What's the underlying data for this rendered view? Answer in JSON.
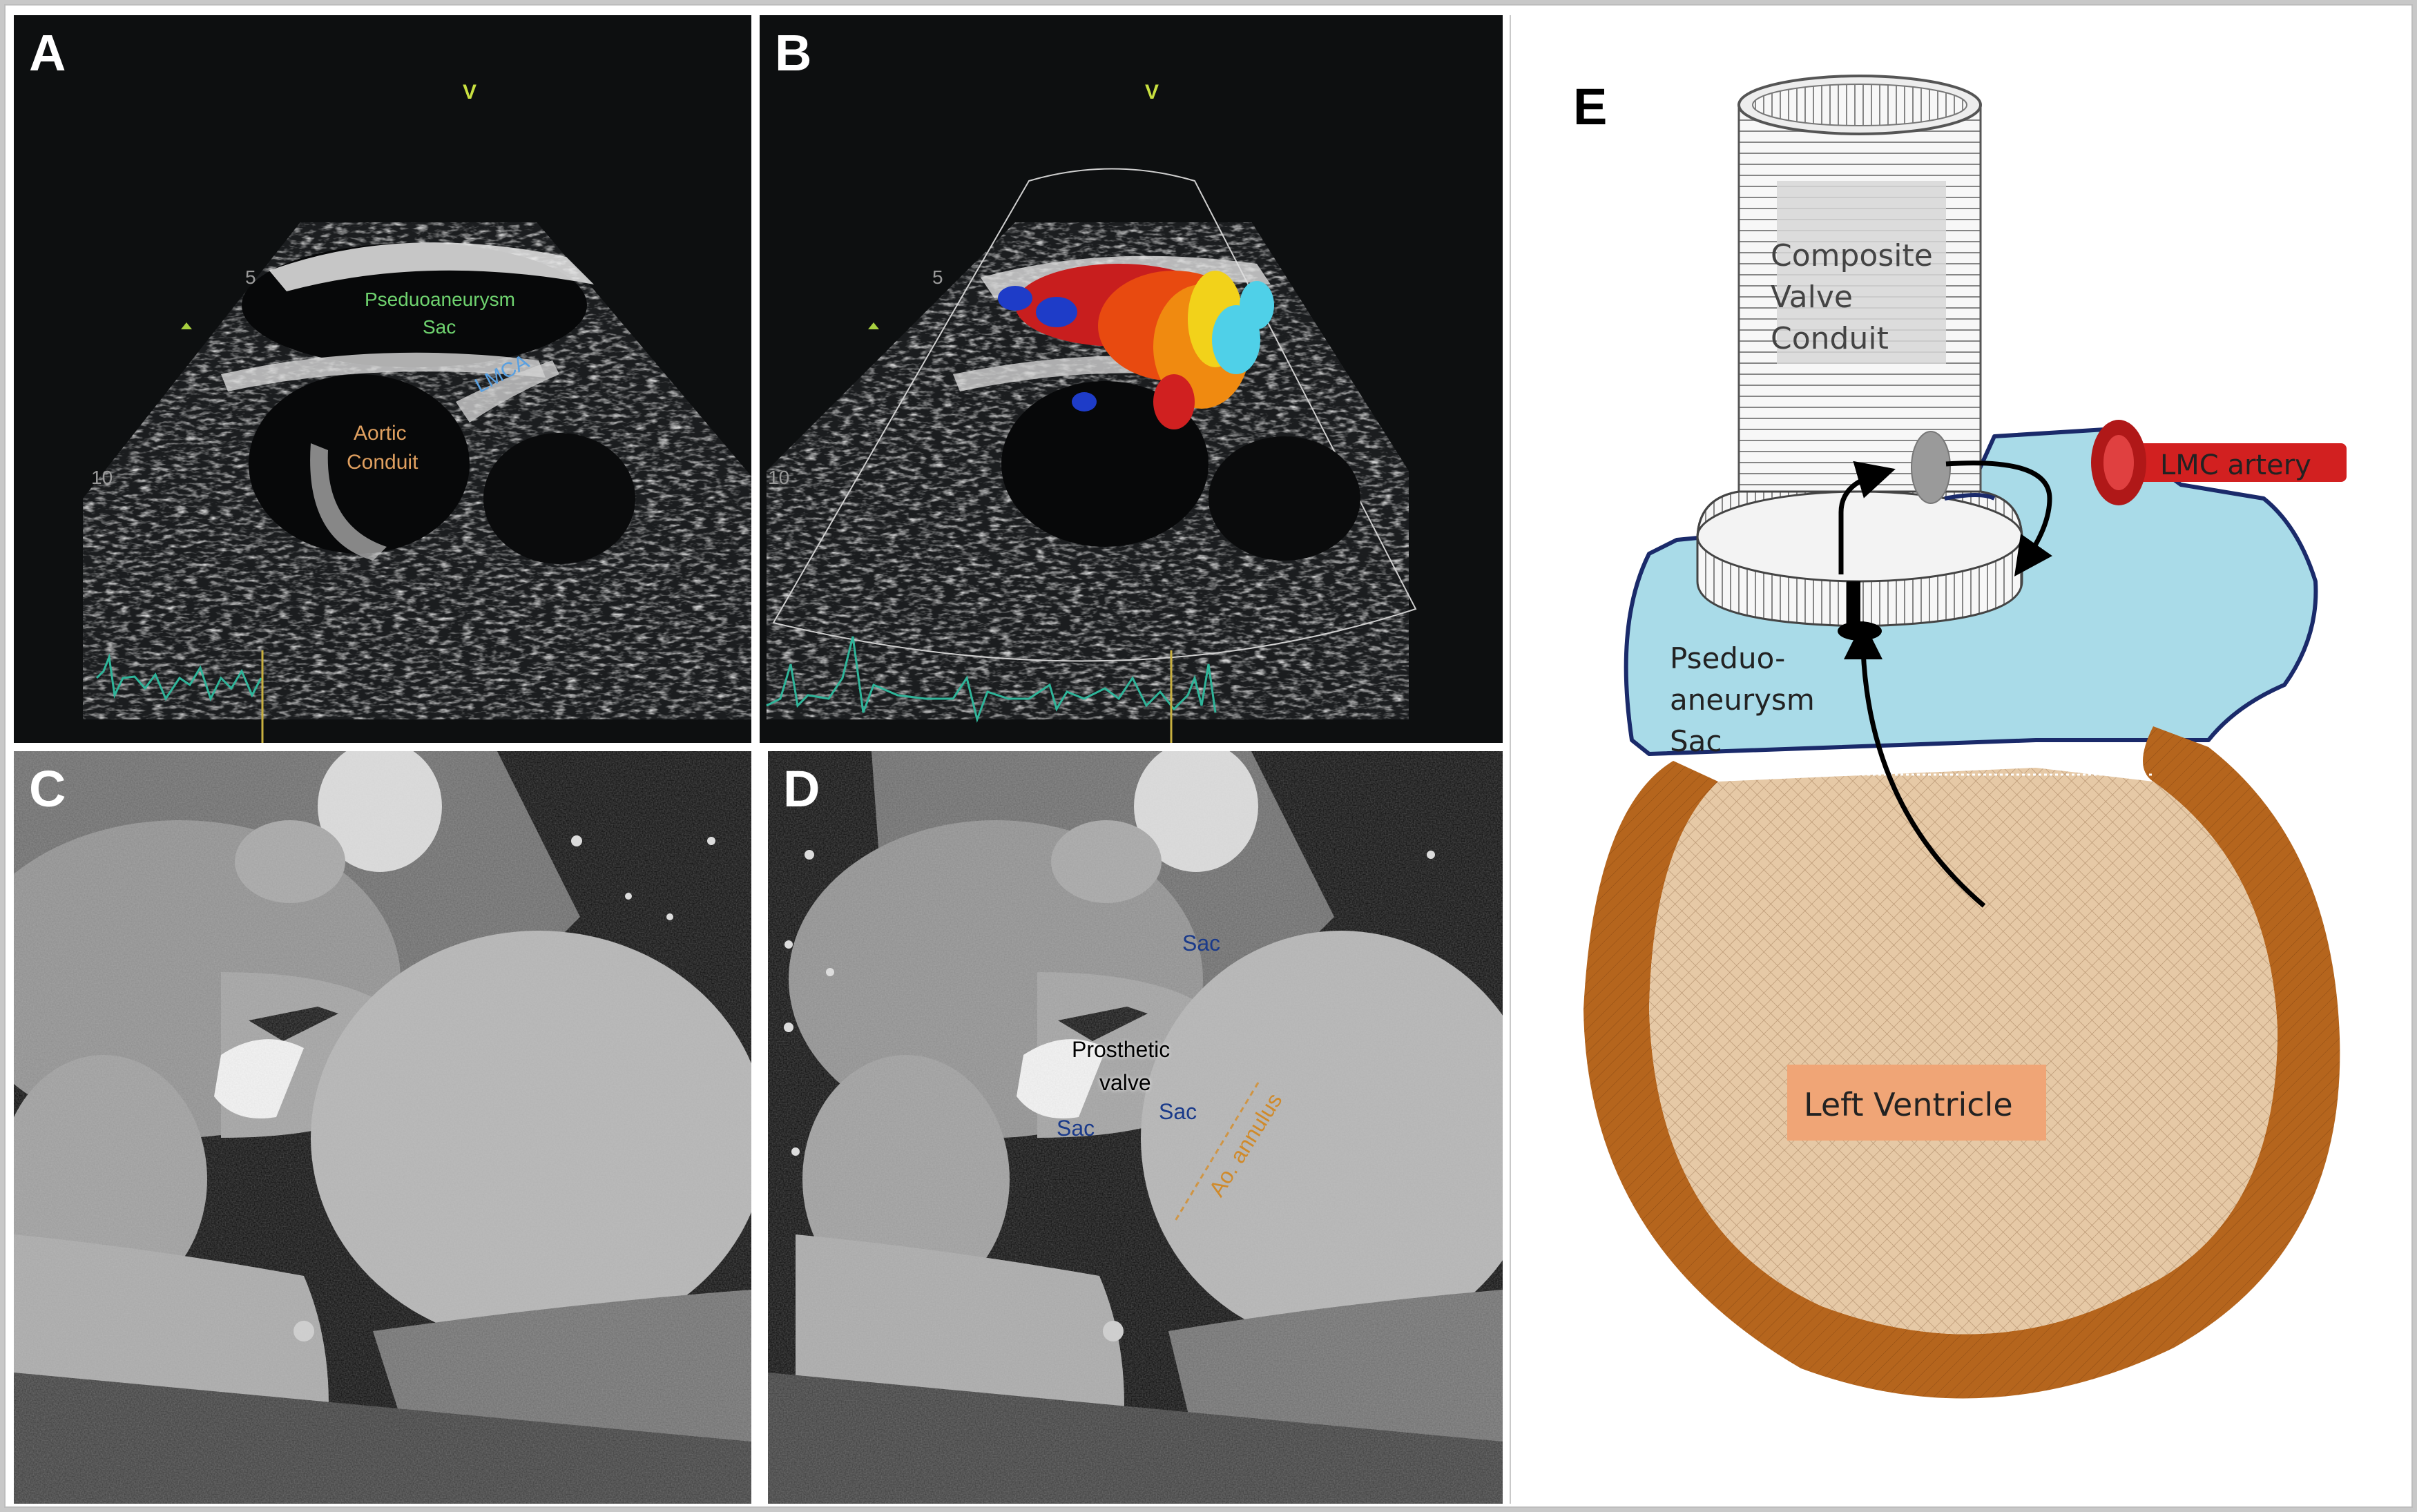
{
  "panels": {
    "a": {
      "label": "A",
      "v_marker": "V",
      "depth_5": "5",
      "depth_10": "10",
      "sac_line1": "Pseduoaneurysm",
      "sac_line2": "Sac",
      "conduit_line1": "Aortic",
      "conduit_line2": "Conduit",
      "lmca": "LMCA"
    },
    "b": {
      "label": "B",
      "v_marker": "V",
      "depth_5": "5",
      "depth_10": "10"
    },
    "c": {
      "label": "C"
    },
    "d": {
      "label": "D",
      "sac_top": "Sac",
      "prosthetic_line1": "Prosthetic",
      "prosthetic_line2": "valve",
      "sac_left": "Sac",
      "sac_right": "Sac",
      "annulus": "Ao. annulus"
    },
    "e": {
      "label": "E",
      "conduit_line1": "Composite",
      "conduit_line2": "Valve",
      "conduit_line3": "Conduit",
      "artery": "LMC artery",
      "sac_line1": "Pseduo-",
      "sac_line2": "aneurysm",
      "sac_line3": "Sac",
      "ventricle": "Left Ventricle"
    }
  },
  "colors": {
    "echo_green_text": "#6fd36f",
    "echo_orange_text": "#e0a060",
    "lmca_blue": "#5aa0e0",
    "ct_label_blue": "#1a3a8a",
    "annulus_orange": "#d08a2a",
    "sac_fill": "#a9dbe8",
    "ventricle_brown": "#b5651d",
    "artery_red": "#d22020"
  }
}
